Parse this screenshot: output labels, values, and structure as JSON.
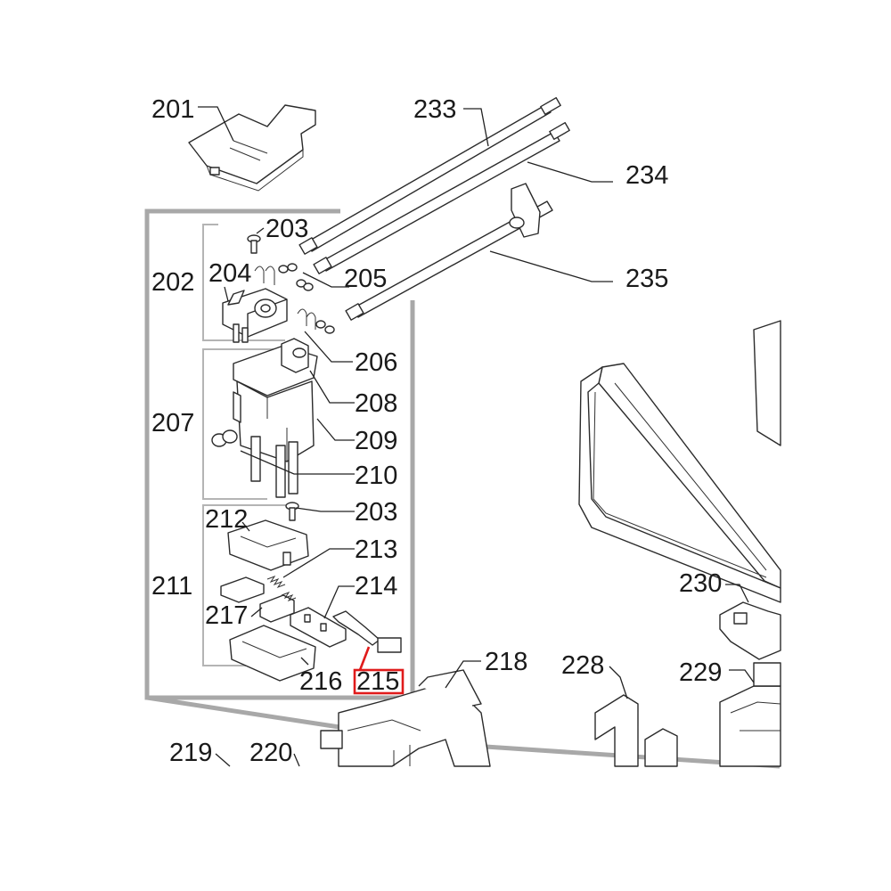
{
  "highlight": {
    "color": "#e01b1b",
    "part": "215"
  },
  "labels": {
    "l201": "201",
    "l202": "202",
    "l203a": "203",
    "l203b": "203",
    "l204": "204",
    "l205": "205",
    "l206": "206",
    "l207": "207",
    "l208": "208",
    "l209": "209",
    "l210": "210",
    "l211": "211",
    "l212": "212",
    "l213": "213",
    "l214": "214",
    "l215": "215",
    "l216": "216",
    "l217": "217",
    "l218": "218",
    "l219": "219",
    "l220": "220",
    "l228": "228",
    "l229": "229",
    "l230": "230",
    "l233": "233",
    "l234": "234",
    "l235": "235"
  }
}
